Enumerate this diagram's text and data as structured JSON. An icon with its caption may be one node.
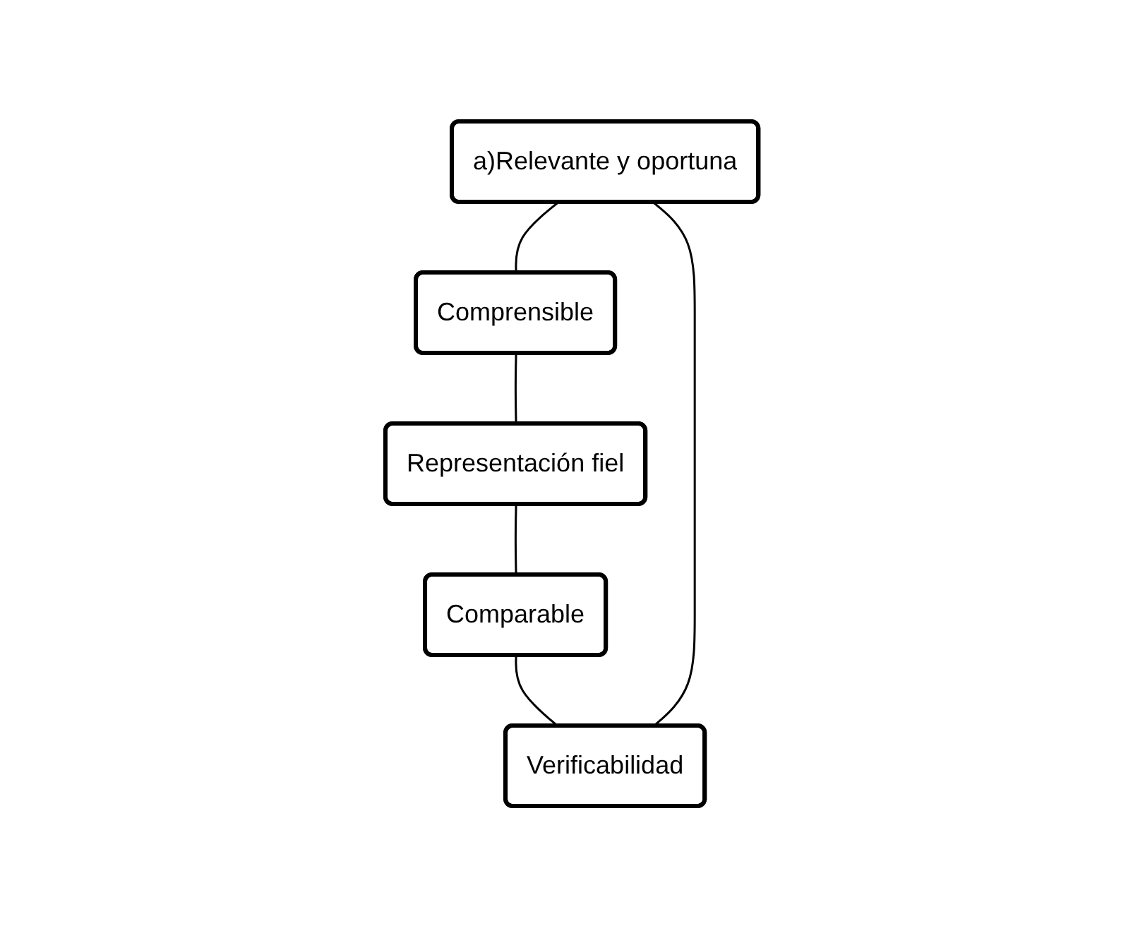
{
  "diagram": {
    "nodes": [
      {
        "text": [
          "a)Relevante y oportuna"
        ]
      },
      {
        "text": [
          "Verificabilidad"
        ]
      },
      {
        "text": [
          "Comprensible"
        ]
      },
      {
        "text": [
          "Comparable"
        ]
      },
      {
        "text": [
          "Representación fiel"
        ]
      }
    ],
    "edges": [
      {
        "from": 0,
        "to": 2,
        "arrow": "none"
      },
      {
        "from": 2,
        "to": 4,
        "arrow": "none"
      },
      {
        "from": 4,
        "to": 3,
        "arrow": "none"
      },
      {
        "from": 3,
        "to": 1,
        "arrow": "none"
      },
      {
        "from": 1,
        "to": 0,
        "arrow": "none"
      }
    ]
  }
}
